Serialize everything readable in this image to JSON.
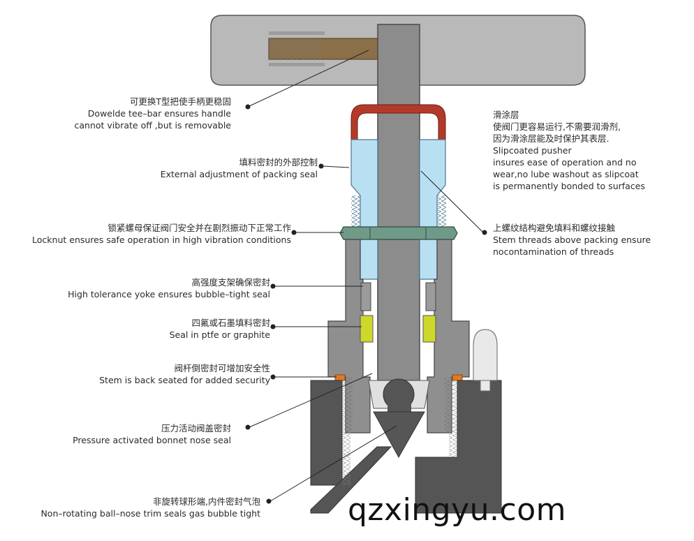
{
  "callouts": [
    {
      "id": "tee-bar",
      "zh": "可更换T型把使手柄更稳固",
      "en": [
        "Dowelde tee–bar ensures handle",
        "cannot vibrate off ,but is removable"
      ]
    },
    {
      "id": "packing-adjust",
      "zh": "填料密封的外部控制",
      "en": [
        "External adjustment of packing seal"
      ]
    },
    {
      "id": "locknut",
      "zh": "锁紧螺母保证阀门安全并在剧烈振动下正常工作",
      "en": [
        "Locknut ensures safe operation in high vibration conditions"
      ]
    },
    {
      "id": "yoke",
      "zh": "高强度支架确保密封",
      "en": [
        "High tolerance yoke ensures bubble–tight seal"
      ]
    },
    {
      "id": "ptfe-seal",
      "zh": "四氟或石墨填料密封",
      "en": [
        "Seal in ptfe or graphite"
      ]
    },
    {
      "id": "back-seat",
      "zh": "阀杆倒密封可增加安全性",
      "en": [
        "Stem is back seated for added security"
      ]
    },
    {
      "id": "bonnet-seal",
      "zh": "压力活动阀盖密封",
      "en": [
        "Pressure activated bonnet nose seal"
      ]
    },
    {
      "id": "ball-nose",
      "zh": "非旋转球形端,内件密封气泡",
      "en": [
        "Non–rotating ball–nose trim seals gas bubble tight"
      ]
    },
    {
      "id": "slipcoat",
      "zh": [
        "滑涂层",
        "使阀门更容易运行,不需要润滑剂,",
        "因为滑涂层能及时保护其表层."
      ],
      "en": [
        "Slipcoated pusher",
        "insures ease of operation and no",
        "wear,no lube washout as slipcoat",
        "is permanently bonded to surfaces"
      ]
    },
    {
      "id": "stem-threads",
      "zh": "上螺纹结构避免填料和螺纹接触",
      "en": [
        "Stem threads above packing ensure",
        "nocontamination of threads"
      ]
    }
  ],
  "watermark": "qzxingyu.com",
  "colors": {
    "handle": "#b8b8b8",
    "stem": "#8a8a8a",
    "body": "#8f8f8f",
    "pusher": "#b9dff2",
    "locknut": "#6f9a88",
    "slipcoat": "#b33a2a",
    "ptfe": "#cdd92a",
    "seat": "#e07a22",
    "dark": "#555555",
    "thread": "#7b6242"
  }
}
